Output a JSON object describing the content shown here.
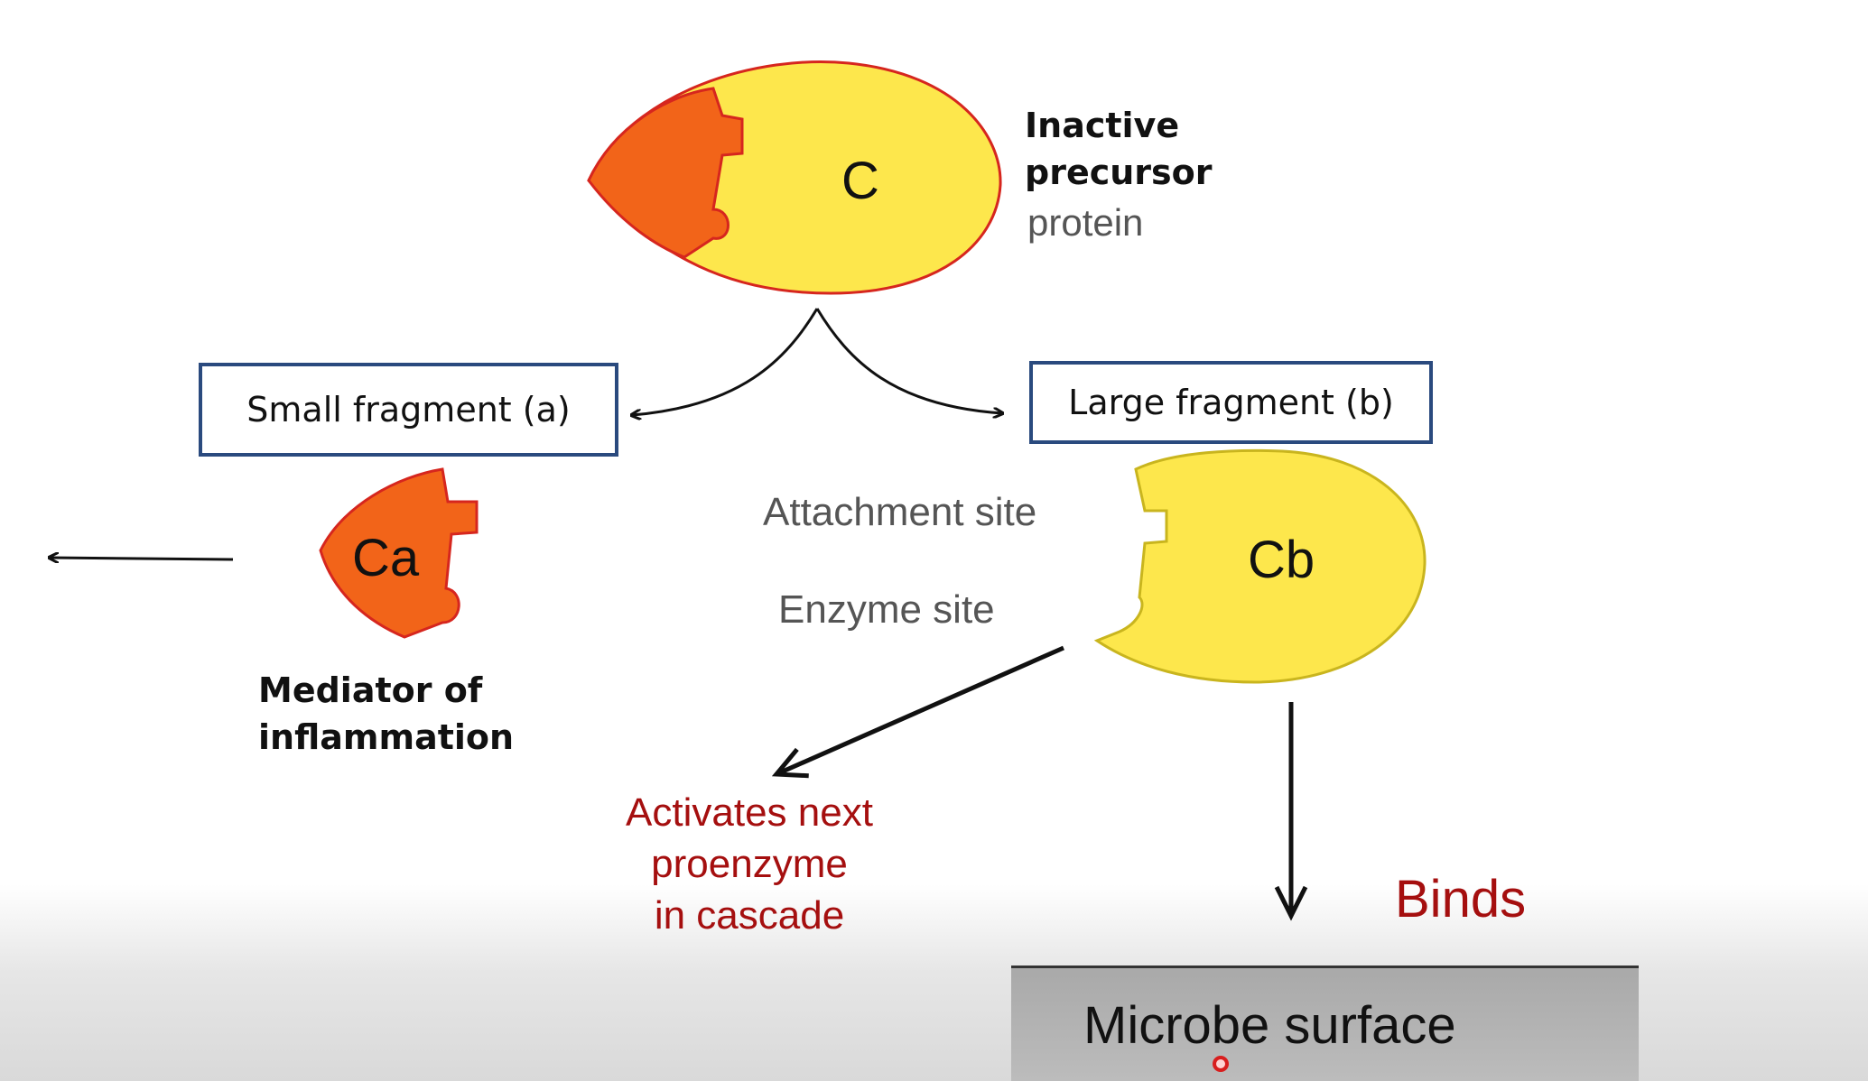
{
  "labels": {
    "precursor_line1": "Inactive",
    "precursor_line2": "precursor",
    "precursor_line3": "protein",
    "c_label": "C",
    "small_fragment": "Small fragment (a)",
    "large_fragment": "Large fragment (b)",
    "ca_label": "Ca",
    "cb_label": "Cb",
    "attachment_site": "Attachment site",
    "enzyme_site": "Enzyme site",
    "mediator_line1": "Mediator of",
    "mediator_line2": "inflammation",
    "activates_line1": "Activates next",
    "activates_line2": "proenzyme",
    "activates_line3": "in cascade",
    "binds": "Binds",
    "microbe_surface": "Microbe surface"
  },
  "colors": {
    "orange_fragment": "#f26419",
    "yellow_fragment": "#fde74c",
    "box_border": "#2a4a7e",
    "red_text": "#a50f0f",
    "gray_text": "#555555"
  }
}
